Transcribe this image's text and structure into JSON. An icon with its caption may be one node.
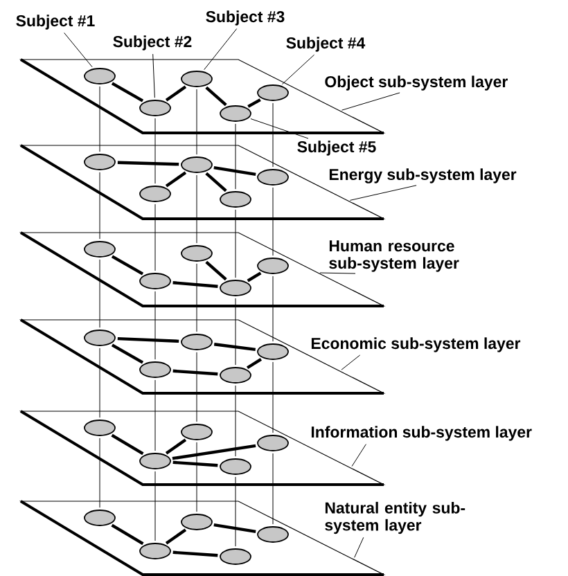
{
  "diagram": {
    "nodes": [
      {
        "text": [],
        "shape": "parallelogram"
      },
      {
        "text": [],
        "shape": "parallelogram"
      },
      {
        "text": [],
        "shape": "parallelogram"
      },
      {
        "text": [],
        "shape": "parallelogram"
      },
      {
        "text": [],
        "shape": "parallelogram"
      },
      {
        "text": [],
        "shape": "parallelogram"
      },
      {
        "text": [],
        "shape": "ellipse",
        "in": 0
      },
      {
        "text": [],
        "shape": "ellipse",
        "in": 0
      },
      {
        "text": [],
        "shape": "ellipse",
        "in": 0
      },
      {
        "text": [],
        "shape": "ellipse",
        "in": 0
      },
      {
        "text": [],
        "shape": "ellipse",
        "in": 0
      },
      {
        "text": [],
        "shape": "ellipse",
        "in": 1
      },
      {
        "text": [],
        "shape": "ellipse",
        "in": 1
      },
      {
        "text": [],
        "shape": "ellipse",
        "in": 1
      },
      {
        "text": [],
        "shape": "ellipse",
        "in": 1
      },
      {
        "text": [],
        "shape": "ellipse",
        "in": 1
      },
      {
        "text": [],
        "shape": "ellipse",
        "in": 2
      },
      {
        "text": [],
        "shape": "ellipse",
        "in": 2
      },
      {
        "text": [],
        "shape": "ellipse",
        "in": 2
      },
      {
        "text": [],
        "shape": "ellipse",
        "in": 2
      },
      {
        "text": [],
        "shape": "ellipse",
        "in": 2
      },
      {
        "text": [],
        "shape": "ellipse",
        "in": 3
      },
      {
        "text": [],
        "shape": "ellipse",
        "in": 3
      },
      {
        "text": [],
        "shape": "ellipse",
        "in": 3
      },
      {
        "text": [],
        "shape": "ellipse",
        "in": 3
      },
      {
        "text": [],
        "shape": "ellipse",
        "in": 3
      },
      {
        "text": [],
        "shape": "ellipse",
        "in": 4
      },
      {
        "text": [],
        "shape": "ellipse",
        "in": 4
      },
      {
        "text": [],
        "shape": "ellipse",
        "in": 4
      },
      {
        "text": [],
        "shape": "ellipse",
        "in": 4
      },
      {
        "text": [],
        "shape": "ellipse",
        "in": 4
      },
      {
        "text": [],
        "shape": "ellipse",
        "in": 5
      },
      {
        "text": [],
        "shape": "ellipse",
        "in": 5
      },
      {
        "text": [],
        "shape": "ellipse",
        "in": 5
      },
      {
        "text": [],
        "shape": "ellipse",
        "in": 5
      },
      {
        "text": [],
        "shape": "ellipse",
        "in": 5
      },
      {
        "text": [
          "Subject #1"
        ]
      },
      {
        "text": [
          "Subject #2"
        ]
      },
      {
        "text": [
          "Subject #3"
        ]
      },
      {
        "text": [
          "Subject #4"
        ]
      },
      {
        "text": [
          "Subject #5"
        ]
      },
      {
        "text": [
          "Object sub-system layer"
        ]
      },
      {
        "text": [
          "Energy sub-system layer"
        ]
      },
      {
        "text": [
          "Human resource sub-system layer"
        ]
      },
      {
        "text": [
          "Economic sub-system layer"
        ]
      },
      {
        "text": [
          "Information sub-system layer"
        ]
      },
      {
        "text": [
          "Natural entity sub-system layer"
        ]
      }
    ],
    "edges": [
      {
        "from": 36,
        "to": 6,
        "arrow": "none"
      },
      {
        "from": 37,
        "to": 7,
        "arrow": "none"
      },
      {
        "from": 38,
        "to": 8,
        "arrow": "none"
      },
      {
        "from": 39,
        "to": 9,
        "arrow": "none"
      },
      {
        "from": 40,
        "to": 10,
        "arrow": "none"
      },
      {
        "from": 41,
        "to": 0,
        "arrow": "none"
      },
      {
        "from": 42,
        "to": 1,
        "arrow": "none"
      },
      {
        "from": 43,
        "to": 2,
        "arrow": "none"
      },
      {
        "from": 44,
        "to": 3,
        "arrow": "none"
      },
      {
        "from": 45,
        "to": 4,
        "arrow": "none"
      },
      {
        "from": 46,
        "to": 5,
        "arrow": "none"
      },
      {
        "from": 6,
        "to": 7,
        "arrow": "none",
        "style": "thick"
      },
      {
        "from": 7,
        "to": 8,
        "arrow": "none",
        "style": "thick"
      },
      {
        "from": 8,
        "to": 10,
        "arrow": "none",
        "style": "thick"
      },
      {
        "from": 10,
        "to": 9,
        "arrow": "none",
        "style": "thick"
      },
      {
        "from": 11,
        "to": 13,
        "arrow": "none",
        "style": "thick"
      },
      {
        "from": 13,
        "to": 14,
        "arrow": "none",
        "style": "thick"
      },
      {
        "from": 13,
        "to": 12,
        "arrow": "none",
        "style": "thick"
      },
      {
        "from": 13,
        "to": 15,
        "arrow": "none",
        "style": "thick"
      },
      {
        "from": 16,
        "to": 17,
        "arrow": "none",
        "style": "thick"
      },
      {
        "from": 17,
        "to": 20,
        "arrow": "none",
        "style": "thick"
      },
      {
        "from": 18,
        "to": 20,
        "arrow": "none",
        "style": "thick"
      },
      {
        "from": 20,
        "to": 19,
        "arrow": "none",
        "style": "thick"
      },
      {
        "from": 21,
        "to": 23,
        "arrow": "none",
        "style": "thick"
      },
      {
        "from": 23,
        "to": 24,
        "arrow": "none",
        "style": "thick"
      },
      {
        "from": 21,
        "to": 22,
        "arrow": "none",
        "style": "thick"
      },
      {
        "from": 22,
        "to": 25,
        "arrow": "none",
        "style": "thick"
      },
      {
        "from": 25,
        "to": 24,
        "arrow": "none",
        "style": "thick"
      },
      {
        "from": 26,
        "to": 27,
        "arrow": "none",
        "style": "thick"
      },
      {
        "from": 27,
        "to": 28,
        "arrow": "none",
        "style": "thick"
      },
      {
        "from": 27,
        "to": 29,
        "arrow": "none",
        "style": "thick"
      },
      {
        "from": 27,
        "to": 30,
        "arrow": "none",
        "style": "thick"
      },
      {
        "from": 31,
        "to": 32,
        "arrow": "none",
        "style": "thick"
      },
      {
        "from": 32,
        "to": 33,
        "arrow": "none",
        "style": "thick"
      },
      {
        "from": 33,
        "to": 34,
        "arrow": "none",
        "style": "thick"
      },
      {
        "from": 32,
        "to": 35,
        "arrow": "none",
        "style": "thick"
      },
      {
        "from": 6,
        "to": 11,
        "arrow": "none"
      },
      {
        "from": 7,
        "to": 12,
        "arrow": "none"
      },
      {
        "from": 8,
        "to": 13,
        "arrow": "none"
      },
      {
        "from": 9,
        "to": 14,
        "arrow": "none"
      },
      {
        "from": 10,
        "to": 15,
        "arrow": "none"
      },
      {
        "from": 11,
        "to": 16,
        "arrow": "none"
      },
      {
        "from": 12,
        "to": 17,
        "arrow": "none"
      },
      {
        "from": 13,
        "to": 18,
        "arrow": "none"
      },
      {
        "from": 14,
        "to": 19,
        "arrow": "none"
      },
      {
        "from": 15,
        "to": 20,
        "arrow": "none"
      },
      {
        "from": 16,
        "to": 21,
        "arrow": "none"
      },
      {
        "from": 17,
        "to": 22,
        "arrow": "none"
      },
      {
        "from": 18,
        "to": 23,
        "arrow": "none"
      },
      {
        "from": 19,
        "to": 24,
        "arrow": "none"
      },
      {
        "from": 20,
        "to": 25,
        "arrow": "none"
      },
      {
        "from": 21,
        "to": 26,
        "arrow": "none"
      },
      {
        "from": 22,
        "to": 27,
        "arrow": "none"
      },
      {
        "from": 23,
        "to": 28,
        "arrow": "none"
      },
      {
        "from": 24,
        "to": 29,
        "arrow": "none"
      },
      {
        "from": 25,
        "to": 30,
        "arrow": "none"
      },
      {
        "from": 26,
        "to": 31,
        "arrow": "none"
      },
      {
        "from": 27,
        "to": 32,
        "arrow": "none"
      },
      {
        "from": 28,
        "to": 33,
        "arrow": "none"
      },
      {
        "from": 29,
        "to": 34,
        "arrow": "none"
      },
      {
        "from": 30,
        "to": 35,
        "arrow": "none"
      }
    ]
  }
}
